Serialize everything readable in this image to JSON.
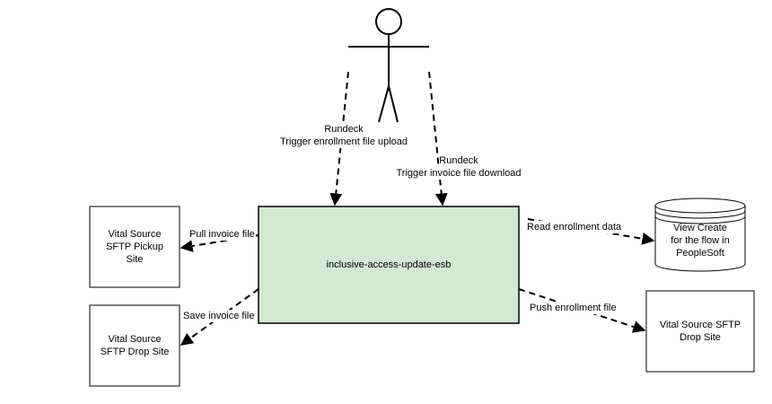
{
  "diagram": {
    "nodes": {
      "actor": {
        "kind": "actor",
        "label": ""
      },
      "esb": {
        "label": "inclusive-access-update-esb",
        "fill": "#d5e8d4"
      },
      "pickup": {
        "label": "Vital Source\nSFTP Pickup\nSite"
      },
      "drop_left": {
        "label": "Vital Source\nSFTP Drop Site"
      },
      "view": {
        "kind": "database",
        "label": "View Create\nfor the flow in\nPeopleSoft"
      },
      "drop_right": {
        "label": "Vital Source SFTP\nDrop Site"
      }
    },
    "edges": {
      "upload": {
        "line1": "Rundeck",
        "line2": "Trigger enrollment file upload"
      },
      "download": {
        "line1": "Rundeck",
        "line2": "Trigger invoice file download"
      },
      "pull_invoice": {
        "label": "Pull invoice file"
      },
      "save_invoice": {
        "label": "Save invoice file"
      },
      "read_enrollment": {
        "label": "Read enrollment data"
      },
      "push_enrollment": {
        "label": "Push enrollment file"
      }
    }
  }
}
